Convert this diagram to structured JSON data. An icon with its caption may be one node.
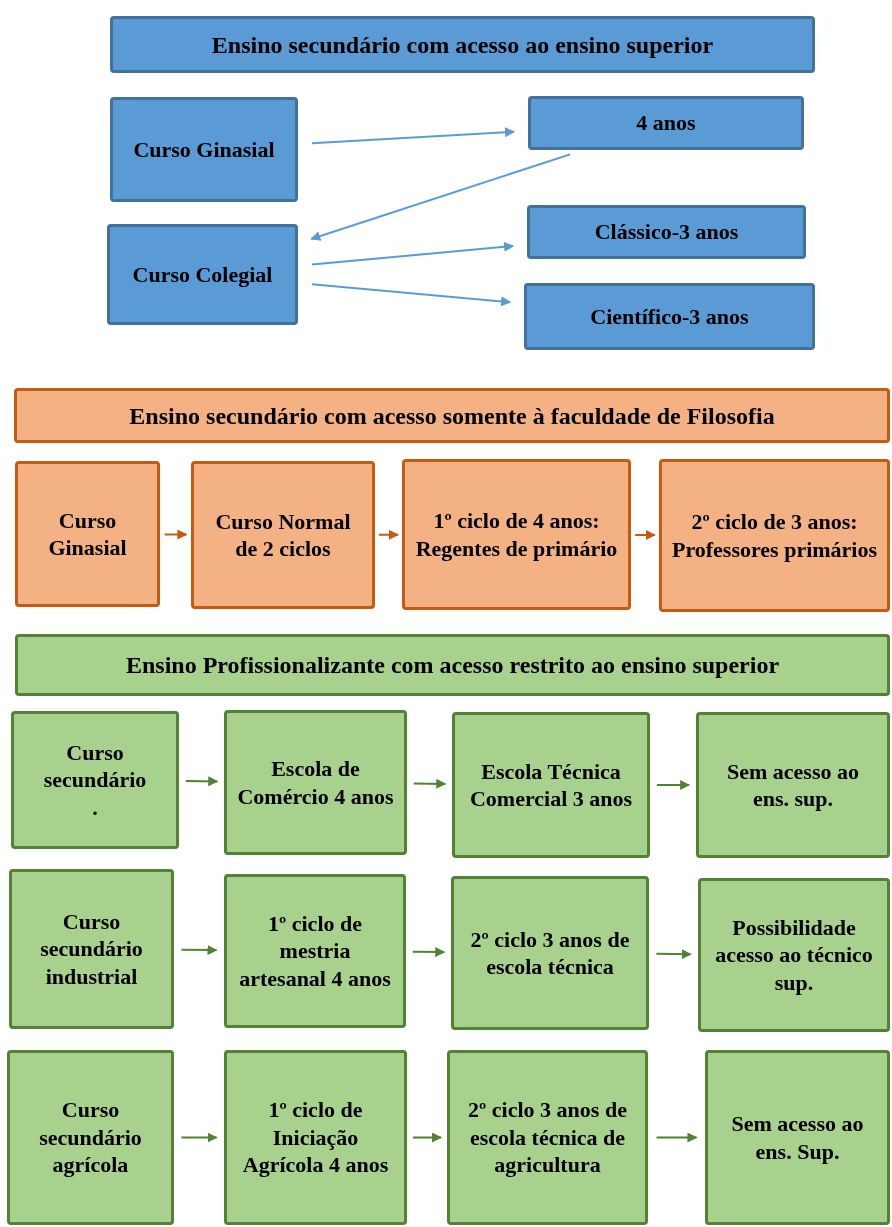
{
  "diagram": {
    "nodes": [
      {
        "text": [
          "Ensino secundário com acesso ao ensino superior"
        ]
      },
      {
        "text": [
          "Curso Ginasial"
        ]
      },
      {
        "text": [
          "4 anos"
        ]
      },
      {
        "text": [
          "Curso Colegial"
        ]
      },
      {
        "text": [
          "Clássico-3 anos"
        ]
      },
      {
        "text": [
          "Científico-3 anos"
        ]
      },
      {
        "text": [
          "Ensino secundário com acesso somente à faculdade de Filosofia"
        ]
      },
      {
        "text": [
          "Curso Ginasial"
        ]
      },
      {
        "text": [
          "Curso Normal de 2 ciclos"
        ]
      },
      {
        "text": [
          "1º ciclo de 4 anos: Regentes de primário"
        ]
      },
      {
        "text": [
          "2º ciclo de 3 anos: Professores primários"
        ]
      },
      {
        "text": [
          "Ensino Profissionalizante com acesso restrito ao ensino superior"
        ]
      },
      {
        "text": [
          "Curso secundário",
          "."
        ]
      },
      {
        "text": [
          "Escola de Comércio 4 anos"
        ]
      },
      {
        "text": [
          "Escola Técnica Comercial 3 anos"
        ]
      },
      {
        "text": [
          "Sem acesso ao ens. sup."
        ]
      },
      {
        "text": [
          "Curso secundário industrial"
        ]
      },
      {
        "text": [
          "1º ciclo de mestria artesanal 4 anos"
        ]
      },
      {
        "text": [
          "2º ciclo 3 anos de escola técnica"
        ]
      },
      {
        "text": [
          "Possibilidade acesso ao técnico sup."
        ]
      },
      {
        "text": [
          "Curso secundário agrícola"
        ]
      },
      {
        "text": [
          "1º ciclo de Iniciação Agrícola 4 anos"
        ]
      },
      {
        "text": [
          "2º ciclo 3 anos de escola técnica de agricultura"
        ]
      },
      {
        "text": [
          "Sem acesso ao ens. Sup."
        ]
      }
    ],
    "edges": [
      {
        "from": 1,
        "to": 2,
        "arrow": "to",
        "color": "#5b9bd5"
      },
      {
        "from": 2,
        "to": 3,
        "arrow": "to",
        "color": "#5b9bd5"
      },
      {
        "from": 3,
        "to": 4,
        "arrow": "to",
        "color": "#5b9bd5"
      },
      {
        "from": 3,
        "to": 5,
        "arrow": "to",
        "color": "#5b9bd5"
      },
      {
        "from": 7,
        "to": 8,
        "arrow": "to",
        "color": "#c55a11"
      },
      {
        "from": 8,
        "to": 9,
        "arrow": "to",
        "color": "#c55a11"
      },
      {
        "from": 9,
        "to": 10,
        "arrow": "to",
        "color": "#c55a11"
      },
      {
        "from": 12,
        "to": 13,
        "arrow": "to"
      },
      {
        "from": 13,
        "to": 14,
        "arrow": "to"
      },
      {
        "from": 14,
        "to": 15,
        "arrow": "to"
      },
      {
        "from": 16,
        "to": 17,
        "arrow": "to"
      },
      {
        "from": 17,
        "to": 18,
        "arrow": "to"
      },
      {
        "from": 18,
        "to": 19,
        "arrow": "to"
      },
      {
        "from": 20,
        "to": 21,
        "arrow": "to"
      },
      {
        "from": 21,
        "to": 22,
        "arrow": "to"
      },
      {
        "from": 22,
        "to": 23,
        "arrow": "to"
      }
    ]
  }
}
